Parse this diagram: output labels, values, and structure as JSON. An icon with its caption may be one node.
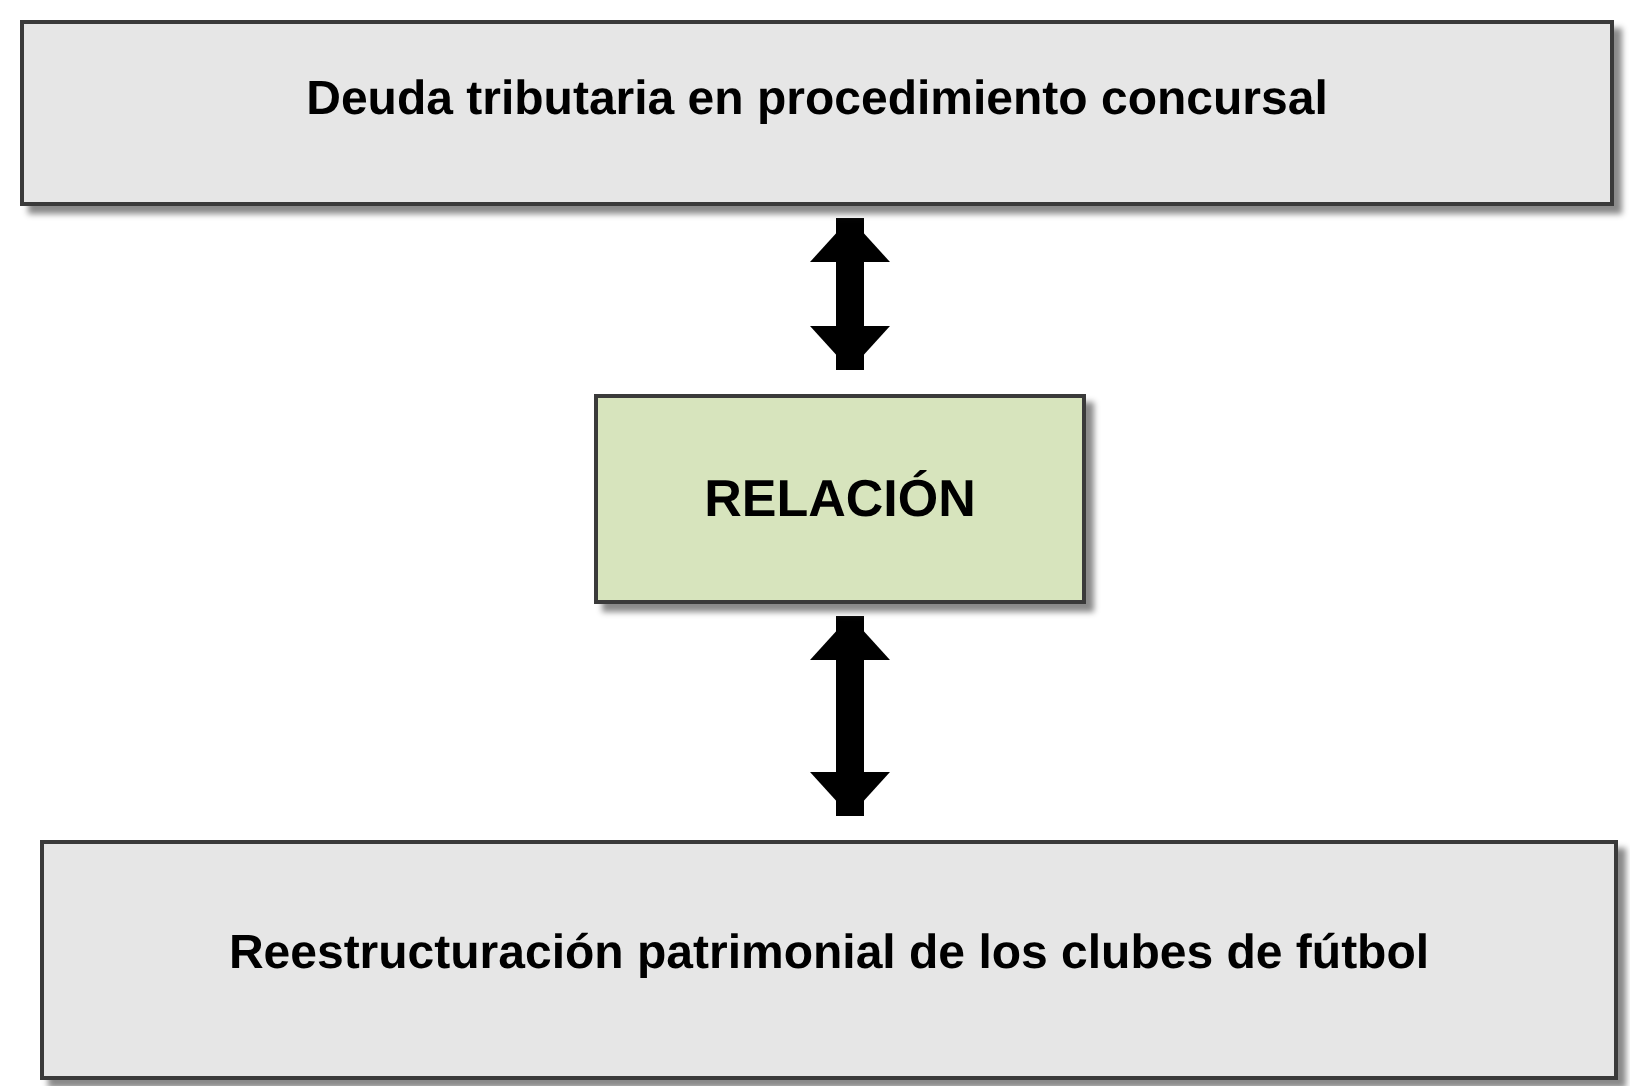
{
  "diagram": {
    "nodes": [
      {
        "text": [
          "Deuda tributaria en procedimiento concursal"
        ]
      },
      {
        "text": [
          "RELACIÓN"
        ]
      },
      {
        "text": [
          "Reestructuración patrimonial de los clubes de fútbol"
        ]
      }
    ],
    "edges": [
      {
        "from": 0,
        "to": 1,
        "arrow": "both"
      },
      {
        "from": 1,
        "to": 2,
        "arrow": "both"
      }
    ]
  }
}
